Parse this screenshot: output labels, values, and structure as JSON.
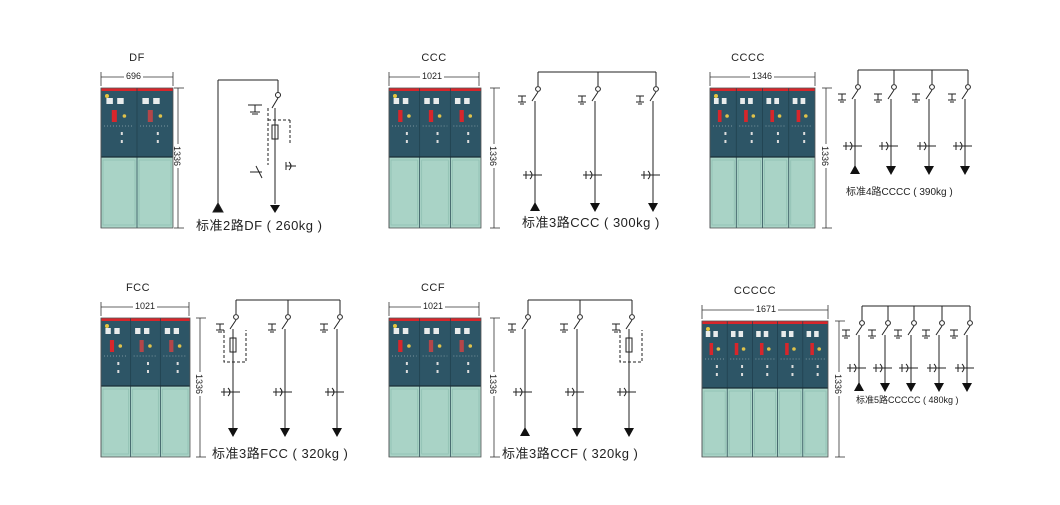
{
  "units": [
    {
      "id": "df",
      "code": "DF",
      "width": "696",
      "height": "1336",
      "panels": 2,
      "caption": "标准2路DF ( 260kg )"
    },
    {
      "id": "ccc",
      "code": "CCC",
      "width": "1021",
      "height": "1336",
      "panels": 3,
      "caption": "标准3路CCC ( 300kg )"
    },
    {
      "id": "cccc",
      "code": "CCCC",
      "width": "1346",
      "height": "1336",
      "panels": 4,
      "caption": "标准4路CCCC ( 390kg )"
    },
    {
      "id": "fcc",
      "code": "FCC",
      "width": "1021",
      "height": "1336",
      "panels": 3,
      "caption": "标准3路FCC ( 320kg )"
    },
    {
      "id": "ccf",
      "code": "CCF",
      "width": "1021",
      "height": "1336",
      "panels": 3,
      "caption": "标准3路CCF ( 320kg )"
    },
    {
      "id": "ccccc",
      "code": "CCCCC",
      "width": "1671",
      "height": "1336",
      "panels": 5,
      "caption": "标准5路CCCCC ( 480kg )"
    }
  ],
  "colors": {
    "upper": "#2d5566",
    "lower": "#a9d3c6",
    "accent": "#d8262b",
    "rail": "#1c1c1c"
  }
}
